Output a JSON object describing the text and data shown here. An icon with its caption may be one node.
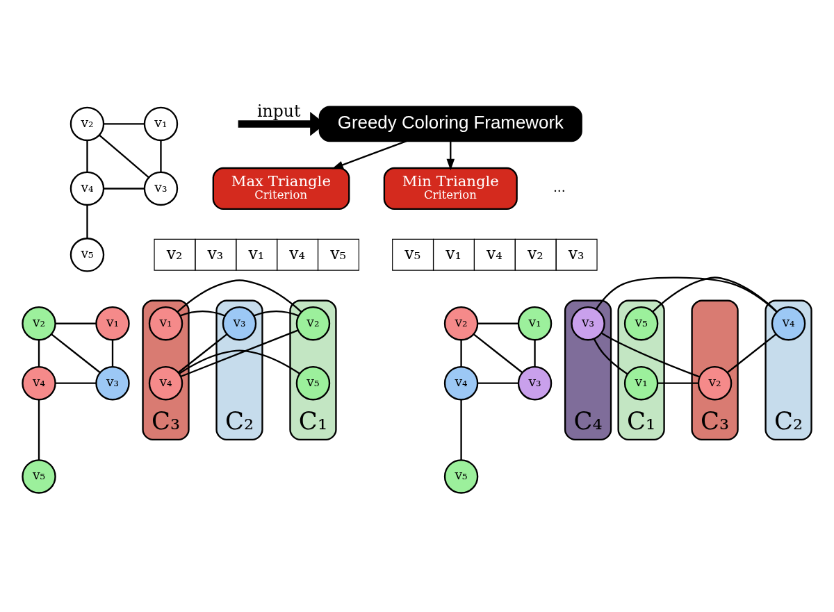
{
  "diagram": {
    "nodes": [
      {
        "text": [
          "v₂"
        ]
      },
      {
        "text": [
          "v₁"
        ]
      },
      {
        "text": [
          "v₄"
        ]
      },
      {
        "text": [
          "v₃"
        ]
      },
      {
        "text": [
          "v₅"
        ]
      },
      {
        "text": [
          "Greedy Coloring Framework"
        ]
      },
      {
        "text": [
          "Max Triangle",
          "Criterion"
        ]
      },
      {
        "text": [
          "Min Triangle",
          "Criterion"
        ]
      },
      {
        "text": [
          "v₂"
        ]
      },
      {
        "text": [
          "v₁"
        ]
      },
      {
        "text": [
          "v₄"
        ]
      },
      {
        "text": [
          "v₃"
        ]
      },
      {
        "text": [
          "v₅"
        ]
      },
      {
        "text": [
          "C₁"
        ]
      },
      {
        "text": [
          "v₂"
        ],
        "in": 13
      },
      {
        "text": [
          "v₅"
        ],
        "in": 13
      },
      {
        "text": [
          "C₂"
        ]
      },
      {
        "text": [
          "v₃"
        ],
        "in": 16
      },
      {
        "text": [
          "C₃"
        ]
      },
      {
        "text": [
          "v₁"
        ],
        "in": 18
      },
      {
        "text": [
          "v₄"
        ],
        "in": 18
      },
      {
        "text": [
          "v₂"
        ]
      },
      {
        "text": [
          "v₁"
        ]
      },
      {
        "text": [
          "v₄"
        ]
      },
      {
        "text": [
          "v₃"
        ]
      },
      {
        "text": [
          "v₅"
        ]
      },
      {
        "text": [
          "C₁"
        ]
      },
      {
        "text": [
          "v₅"
        ],
        "in": 26
      },
      {
        "text": [
          "v₁"
        ],
        "in": 26
      },
      {
        "text": [
          "C₂"
        ]
      },
      {
        "text": [
          "v₄"
        ],
        "in": 29
      },
      {
        "text": [
          "C₃"
        ]
      },
      {
        "text": [
          "v₂"
        ],
        "in": 31
      },
      {
        "text": [
          "C₄"
        ]
      },
      {
        "text": [
          "v₃"
        ],
        "in": 33
      }
    ],
    "edges": [
      {
        "from": 0,
        "to": 1,
        "arrow": "none"
      },
      {
        "from": 0,
        "to": 2,
        "arrow": "none"
      },
      {
        "from": 0,
        "to": 3,
        "arrow": "none"
      },
      {
        "from": 1,
        "to": 3,
        "arrow": "none"
      },
      {
        "from": 2,
        "to": 3,
        "arrow": "none"
      },
      {
        "from": 2,
        "to": 4,
        "arrow": "none"
      },
      {
        "from": null,
        "to": 5,
        "arrow": "to",
        "label": "input",
        "style": "thick"
      },
      {
        "from": 5,
        "to": 6,
        "arrow": "to"
      },
      {
        "from": 5,
        "to": 7,
        "arrow": "to"
      },
      {
        "from": 8,
        "to": 9,
        "arrow": "none"
      },
      {
        "from": 8,
        "to": 10,
        "arrow": "none"
      },
      {
        "from": 8,
        "to": 11,
        "arrow": "none"
      },
      {
        "from": 9,
        "to": 11,
        "arrow": "none"
      },
      {
        "from": 10,
        "to": 11,
        "arrow": "none"
      },
      {
        "from": 10,
        "to": 12,
        "arrow": "none"
      },
      {
        "from": 14,
        "to": 19,
        "arrow": "none"
      },
      {
        "from": 14,
        "to": 17,
        "arrow": "none"
      },
      {
        "from": 14,
        "to": 20,
        "arrow": "none"
      },
      {
        "from": 17,
        "to": 19,
        "arrow": "none"
      },
      {
        "from": 17,
        "to": 20,
        "arrow": "none"
      },
      {
        "from": 15,
        "to": 20,
        "arrow": "none"
      },
      {
        "from": 21,
        "to": 22,
        "arrow": "none"
      },
      {
        "from": 21,
        "to": 23,
        "arrow": "none"
      },
      {
        "from": 21,
        "to": 24,
        "arrow": "none"
      },
      {
        "from": 22,
        "to": 24,
        "arrow": "none"
      },
      {
        "from": 23,
        "to": 24,
        "arrow": "none"
      },
      {
        "from": 23,
        "to": 25,
        "arrow": "none"
      },
      {
        "from": 27,
        "to": 30,
        "arrow": "none"
      },
      {
        "from": 30,
        "to": 34,
        "arrow": "none"
      },
      {
        "from": 30,
        "to": 32,
        "arrow": "none"
      },
      {
        "from": 28,
        "to": 34,
        "arrow": "none"
      },
      {
        "from": 28,
        "to": 32,
        "arrow": "none"
      },
      {
        "from": 32,
        "to": 34,
        "arrow": "none"
      }
    ],
    "labels": [
      "...",
      "v₂",
      "v₃",
      "v₁",
      "v₄",
      "v₅",
      "v₅",
      "v₁",
      "v₄",
      "v₂",
      "v₃"
    ]
  }
}
